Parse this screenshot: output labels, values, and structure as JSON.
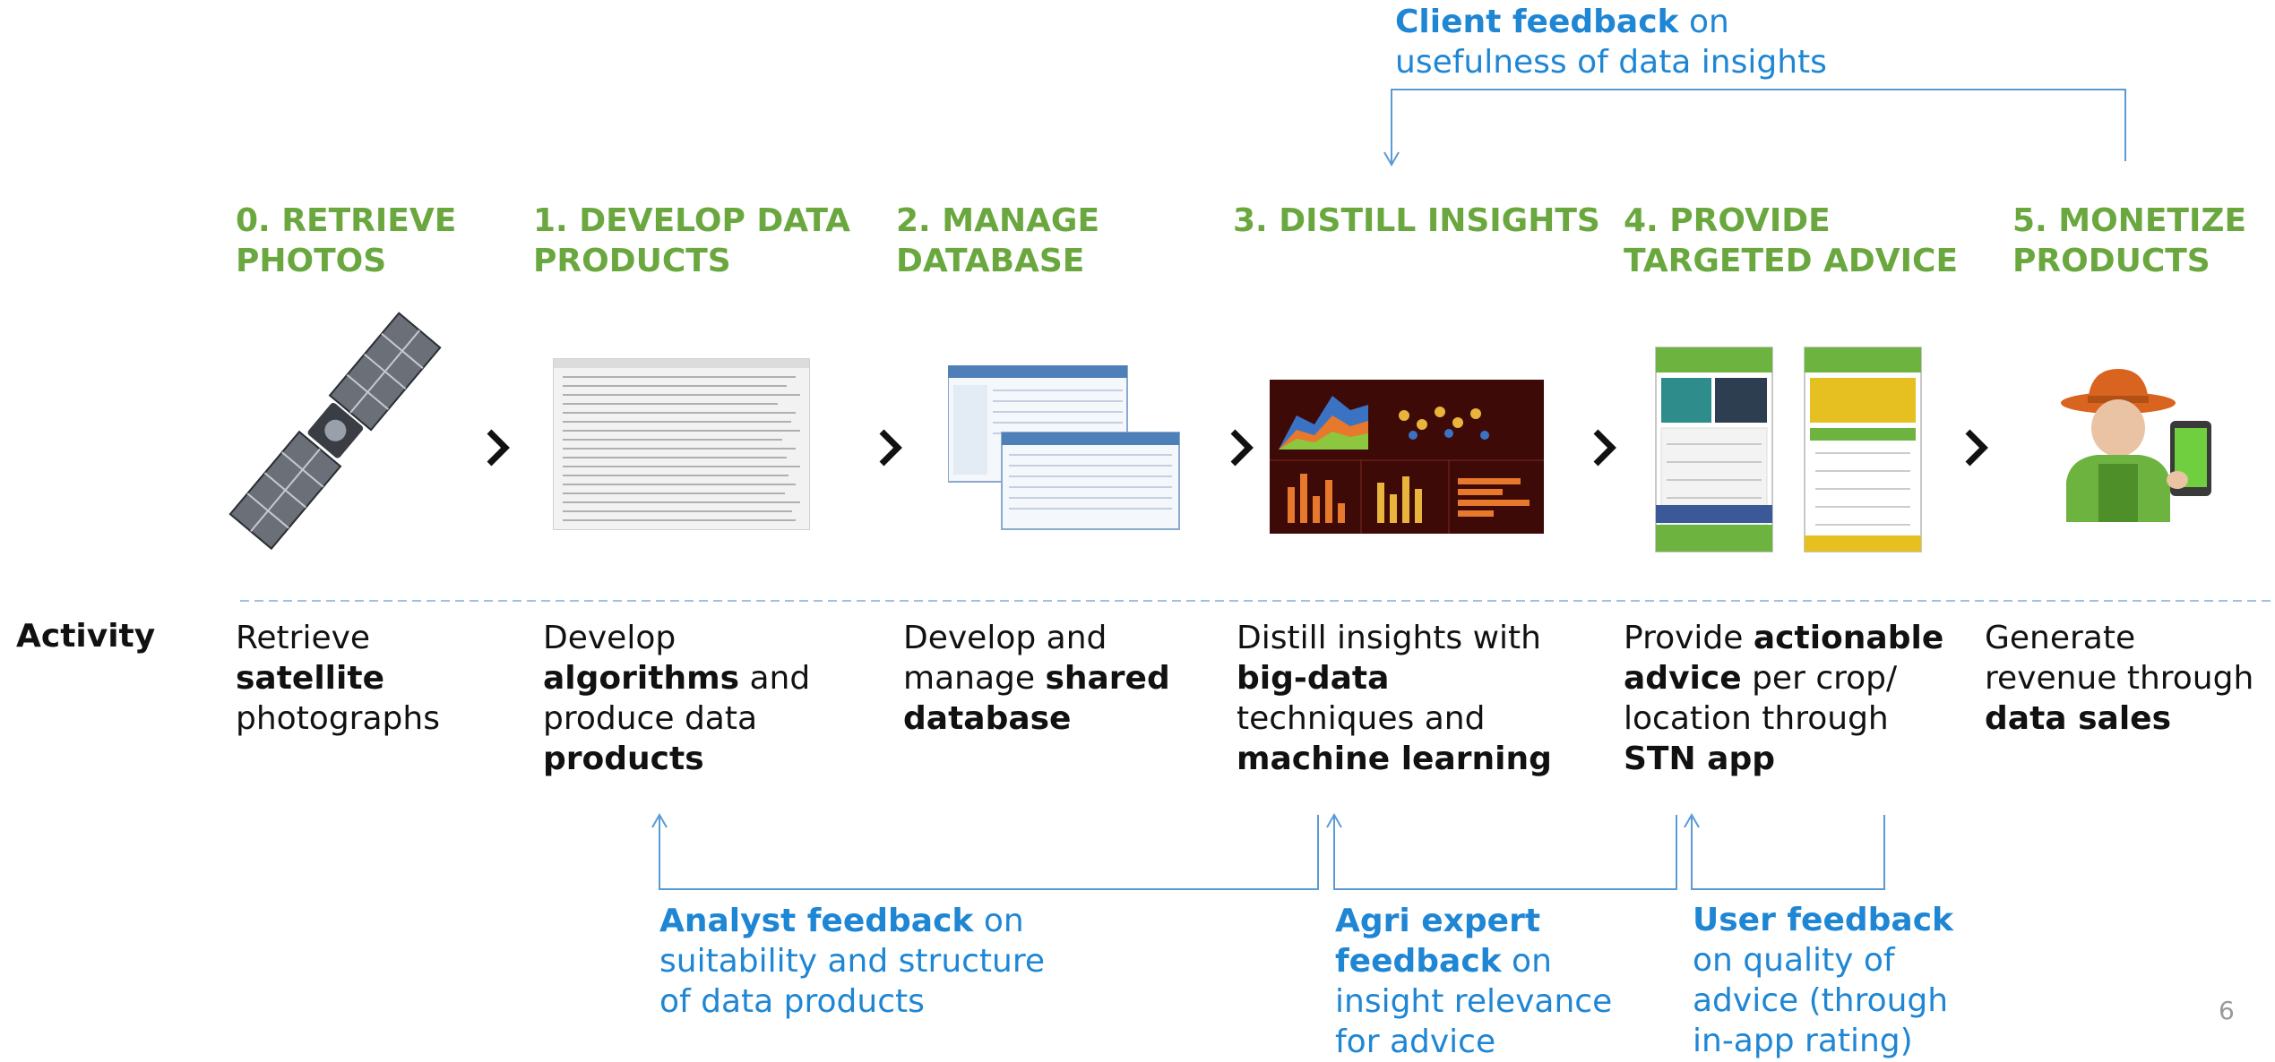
{
  "client_feedback": {
    "bold": "Client feedback",
    "rest": " on",
    "line2": "usefulness of data insights"
  },
  "steps": [
    {
      "heading": "0. RETRIEVE\nPHOTOS",
      "icon": "satellite-icon",
      "desc": [
        {
          "t": "Retrieve "
        },
        {
          "t": "satellite",
          "b": true
        },
        {
          "t": " photographs"
        }
      ]
    },
    {
      "heading": "1. DEVELOP DATA\nPRODUCTS",
      "icon": "spreadsheet-icon",
      "desc": [
        {
          "t": "Develop "
        },
        {
          "t": "algorithms",
          "b": true
        },
        {
          "t": " and produce data "
        },
        {
          "t": "products",
          "b": true
        }
      ]
    },
    {
      "heading": "2. MANAGE\nDATABASE",
      "icon": "database-windows-icon",
      "desc": [
        {
          "t": "Develop and manage "
        },
        {
          "t": "shared database",
          "b": true
        }
      ]
    },
    {
      "heading": "3. DISTILL INSIGHTS",
      "icon": "dashboard-icon",
      "desc": [
        {
          "t": "Distill insights with "
        },
        {
          "t": "big-data",
          "b": true
        },
        {
          "t": " techniques and "
        },
        {
          "t": "machine learning",
          "b": true
        }
      ]
    },
    {
      "heading": "4. PROVIDE\nTARGETED ADVICE",
      "icon": "mobile-app-screens-icon",
      "desc": [
        {
          "t": "Provide "
        },
        {
          "t": "actionable advice",
          "b": true
        },
        {
          "t": " per crop/ location through "
        },
        {
          "t": "STN app",
          "b": true
        }
      ]
    },
    {
      "heading": "5. MONETIZE\nPRODUCTS",
      "icon": "farmer-with-phone-icon",
      "desc": [
        {
          "t": "Generate revenue through "
        },
        {
          "t": "data sales",
          "b": true
        }
      ]
    }
  ],
  "row_label": "Activity",
  "analyst_feedback": {
    "bold": "Analyst feedback",
    "rest": " on",
    "line2": "suitability and structure",
    "line3": "of data products"
  },
  "agri_feedback": {
    "bold1": "Agri expert",
    "bold2": "feedback",
    "rest": " on",
    "line3": "insight relevance",
    "line4": "for advice"
  },
  "user_feedback": {
    "bold": "User feedback",
    "line2": "on quality of",
    "line3": "advice (through",
    "line4": "in-app rating)"
  },
  "page_number": "6",
  "colors": {
    "heading": "#6aa83f",
    "feedback": "#1f86d4",
    "connector": "#5b9bd5",
    "divider": "#9cc3e6"
  }
}
